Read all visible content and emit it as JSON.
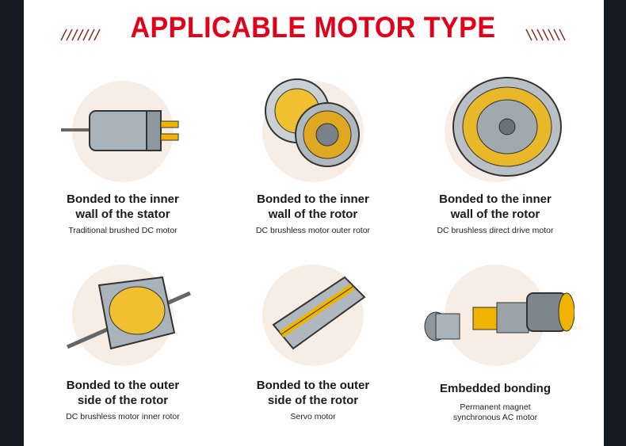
{
  "title": "APPLICABLE MOTOR TYPE",
  "colors": {
    "accent": "#e0001a",
    "hatch": "#8a2a20",
    "circle": "#f8ede5",
    "frame": "#141b22"
  },
  "items": [
    {
      "heading_line1": "Bonded to the inner",
      "heading_line2": "wall of the stator",
      "subtitle": "Traditional brushed DC motor",
      "icon": "brushed-dc-motor-icon"
    },
    {
      "heading_line1": "Bonded to the inner",
      "heading_line2": "wall of the rotor",
      "subtitle": "DC brushless motor outer rotor",
      "icon": "outer-rotor-motor-icon"
    },
    {
      "heading_line1": "Bonded to the inner",
      "heading_line2": "wall of the rotor",
      "subtitle": "DC brushless direct drive motor",
      "icon": "direct-drive-motor-icon"
    },
    {
      "heading_line1": "Bonded to the outer",
      "heading_line2": "side of the rotor",
      "subtitle": "DC brushless motor inner rotor",
      "icon": "inner-rotor-motor-icon"
    },
    {
      "heading_line1": "Bonded to the outer",
      "heading_line2": "side of the rotor",
      "subtitle": "Servo motor",
      "icon": "servo-motor-icon"
    },
    {
      "heading_line1": "Embedded bonding",
      "subtitle_line1": "Permanent magnet",
      "subtitle_line2": "synchronous AC motor",
      "icon": "pmsm-motor-icon"
    }
  ]
}
